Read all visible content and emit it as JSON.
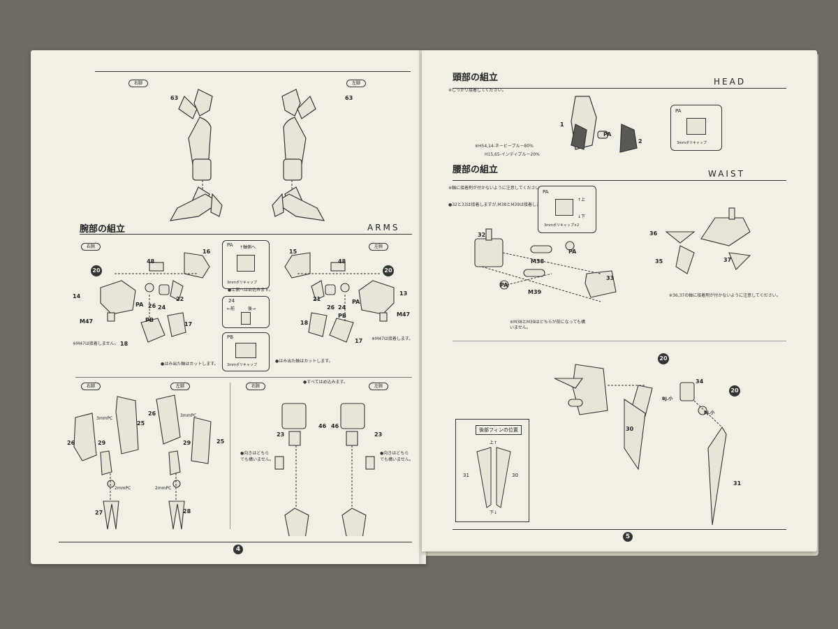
{
  "left_page": {
    "page_number": "4",
    "top_tags": {
      "right_leg": "右脚",
      "left_leg": "左脚"
    },
    "top_parts": {
      "p63_right": "63",
      "p63_left": "63"
    },
    "arms_section": {
      "title_jp": "腕部の組立",
      "title_en": "ARMS"
    },
    "arm_tags": {
      "right_arm": "右腕",
      "left_arm": "左腕"
    },
    "arm_parts": [
      "16",
      "48",
      "14",
      "PA",
      "26",
      "22",
      "24",
      "PB",
      "17",
      "18",
      "M47",
      "15",
      "48",
      "21",
      "24",
      "PA",
      "13",
      "26",
      "PB",
      "17",
      "18",
      "M47"
    ],
    "badges": {
      "b1": "20",
      "b2": "20"
    },
    "pa_box": {
      "label": "PA",
      "arrow": "↑軸側へ",
      "caption": "3mmポリキャップ"
    },
    "front_back_box": {
      "num": "24",
      "front": "←前",
      "back": "後→"
    },
    "pb_box": {
      "label": "PB",
      "caption": "3mmポリキャップ"
    },
    "notes": {
      "upper_insert": "●上側へはめ込みます。",
      "m47_right": "※M47は接着しません。",
      "m47_left": "※M47は接着します。",
      "cut_left": "●はみ出た軸はカットします。",
      "cut_right": "●はみ出た軸はカットします。"
    },
    "lower_tags": {
      "right_a": "右脚",
      "left_a": "左脚",
      "right_b": "右腕",
      "left_b": "左腕"
    },
    "lower_parts": [
      "3mmPC",
      "25",
      "26",
      "29",
      "2mmPC",
      "27",
      "26",
      "3mmPC",
      "25",
      "29",
      "2mmPC",
      "28",
      "46",
      "23",
      "46",
      "23"
    ],
    "lower_notes": {
      "all_insert": "●すべてはめ込みます。",
      "direction_a": "●向きはどちら\nでも構いません。",
      "direction_b": "●向きはどちら\nでも構いません。"
    }
  },
  "right_page": {
    "page_number": "5",
    "head_section": {
      "title_jp": "頭部の組立",
      "title_en": "HEAD",
      "note": "※しっかり接着してください。",
      "paint_note_1": "※H54,14-ネービーブルー80%",
      "paint_note_2": "H15,65-インディブルー20%",
      "parts": {
        "p1": "1",
        "p2": "2",
        "pa": "PA"
      },
      "pa_box": {
        "label": "PA",
        "caption": "3mmポリキャップ"
      }
    },
    "waist_section": {
      "title_jp": "腰部の組立",
      "title_en": "WAIST",
      "note_1": "※軸に接着剤が付かないように注意してください。",
      "note_2": "●32と33は接着しますが,M38とM39は接着しません。",
      "pa_box": {
        "label": "PA",
        "up": "↑上",
        "down": "↓下",
        "caption": "3mmポリキャップ×2"
      },
      "parts": [
        "32",
        "PA",
        "M38",
        "PA",
        "M39",
        "33",
        "36",
        "35",
        "37"
      ],
      "note_3": "※M38とM39はどちらが前になっても構いません。",
      "note_4": "※36,37の軸に接着剤が付かないように注意してください。"
    },
    "fin_section": {
      "title": "後部フィンの位置",
      "up": "上↑",
      "down": "下↓",
      "parts": [
        "31",
        "30"
      ]
    },
    "bottom_parts": [
      "34",
      "BJ.小",
      "BJ.小",
      "30",
      "31"
    ],
    "badges": {
      "b1": "20",
      "b2": "20"
    }
  }
}
